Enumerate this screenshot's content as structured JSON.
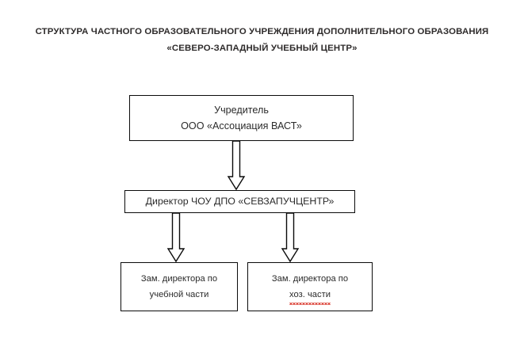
{
  "title": {
    "line1": "СТРУКТУРА ЧАСТНОГО ОБРАЗОВАТЕЛЬНОГО УЧРЕЖДЕНИЯ ДОПОЛНИТЕЛЬНОГО ОБРАЗОВАНИЯ",
    "line2": "«СЕВЕРО-ЗАПАДНЫЙ УЧЕБНЫЙ ЦЕНТР»"
  },
  "colors": {
    "background": "#ffffff",
    "box_border": "#0b0b0b",
    "text": "#2b2b2b",
    "spellcheck_underline": "#d93025"
  },
  "nodes": {
    "founder": {
      "line1": "Учредитель",
      "line2": "ООО «Ассоциация ВАСТ»"
    },
    "director": {
      "line1": "Директор ЧОУ ДПО «СЕВЗАПУЧЦЕНТР»"
    },
    "deputy_academic": {
      "line1": "Зам. директора по",
      "line2": "учебной части"
    },
    "deputy_economic": {
      "line1": "Зам. директора по",
      "line2": "хоз. части"
    }
  },
  "connectors": [
    {
      "name": "founder-to-director",
      "from": "founder",
      "to": "director",
      "style": "hollow-block-arrow",
      "direction": "down"
    },
    {
      "name": "director-to-deputy-academic",
      "from": "director",
      "to": "deputy_academic",
      "style": "hollow-block-arrow",
      "direction": "down"
    },
    {
      "name": "director-to-deputy-economic",
      "from": "director",
      "to": "deputy_economic",
      "style": "hollow-block-arrow",
      "direction": "down"
    }
  ]
}
